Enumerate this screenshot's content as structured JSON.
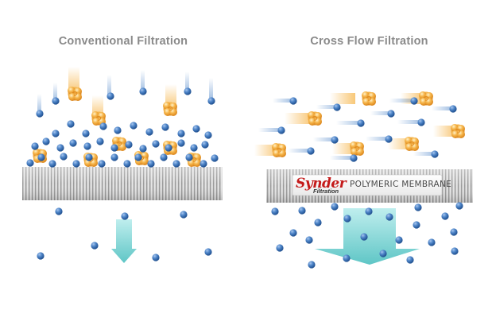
{
  "panels": {
    "left": {
      "title": "Conventional Filtration"
    },
    "right": {
      "title": "Cross Flow Filtration"
    }
  },
  "membrane": {
    "brand_name": "Synder",
    "brand_sub": "Filtration",
    "label": "POLYMERIC MEMBRANE"
  },
  "colors": {
    "small_particle": "#3a6fb5",
    "large_particle": "#f2a531",
    "flow_arrow": "#6fcfcf",
    "title_text": "#8a8a8a",
    "brand_red": "#c41a1a"
  }
}
